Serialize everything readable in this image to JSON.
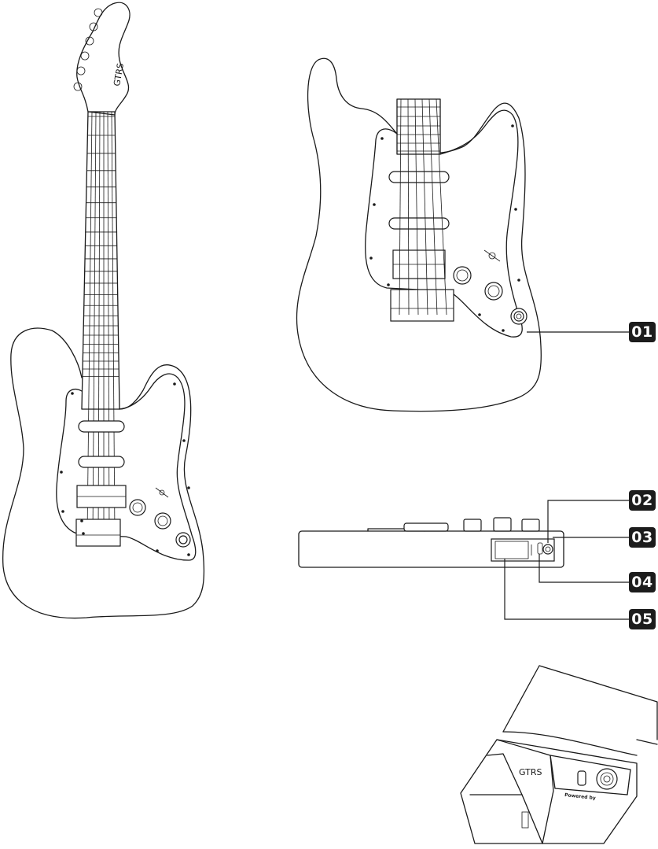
{
  "callouts": [
    {
      "id": "01",
      "label": "01"
    },
    {
      "id": "02",
      "label": "02"
    },
    {
      "id": "03",
      "label": "03"
    },
    {
      "id": "04",
      "label": "04"
    },
    {
      "id": "05",
      "label": "05"
    }
  ],
  "module": {
    "logo": "GTRS",
    "powered_by": "Powered by"
  },
  "headstock_logo": "GTRS"
}
